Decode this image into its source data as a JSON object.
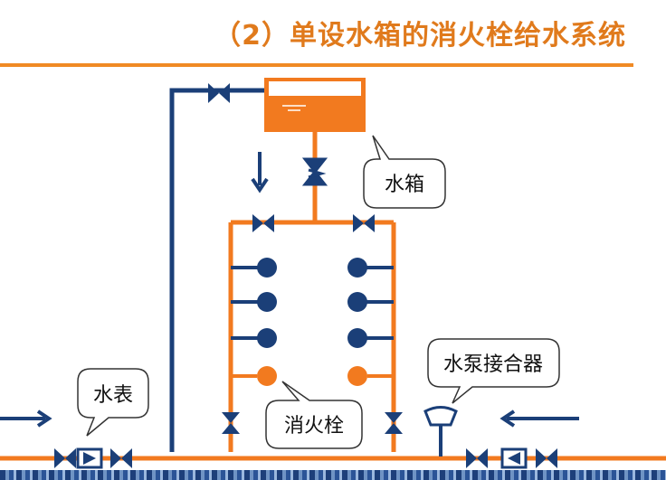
{
  "title": "（2）单设水箱的消火栓给水系统",
  "labels": {
    "tank": "水箱",
    "meter": "水表",
    "hydrant": "消火栓",
    "pump_adapter": "水泵接合器"
  },
  "colors": {
    "title": "#e07a1c",
    "orange_pipe": "#f27a1f",
    "blue_pipe": "#1b3f78",
    "valve": "#1b3f78"
  },
  "icons": [
    "gate-valve-icon",
    "check-valve-icon",
    "hydrant-icon",
    "water-tank-icon",
    "flow-arrow-icon",
    "pump-adapter-icon"
  ]
}
